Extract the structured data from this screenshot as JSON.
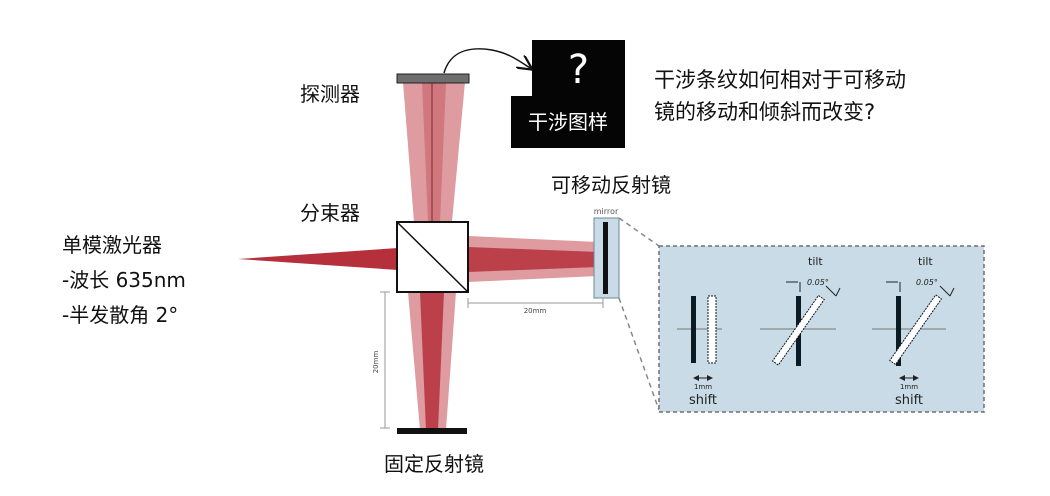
{
  "labels": {
    "detector": "探测器",
    "beam_splitter": "分束器",
    "movable_mirror": "可移动反射镜",
    "fixed_mirror": "固定反射镜",
    "mirror_tag": "mirror",
    "laser": [
      "单模激光器",
      "-波长 635nm",
      "-半发散角 2°"
    ],
    "question_mark": "?",
    "pattern": "干涉图样",
    "question": [
      "干涉条纹如何相对于可移动",
      "镜的移动和倾斜而改变?"
    ]
  },
  "dimensions": {
    "horizontal": "20mm",
    "vertical": "20mm"
  },
  "inset": {
    "tilt_label_1": "tilt",
    "tilt_angle_1": "0.05°",
    "tilt_label_2": "tilt",
    "tilt_angle_2": "0.05°",
    "shift_label_1": "shift",
    "shift_dist_1": "1mm",
    "shift_label_2": "shift",
    "shift_dist_2": "1mm"
  },
  "colors": {
    "beam_dark": "#b5303a",
    "beam_light": "#d88a8f",
    "inset_bg": "#c8dbe6",
    "mirror_black": "#0c1a24"
  }
}
